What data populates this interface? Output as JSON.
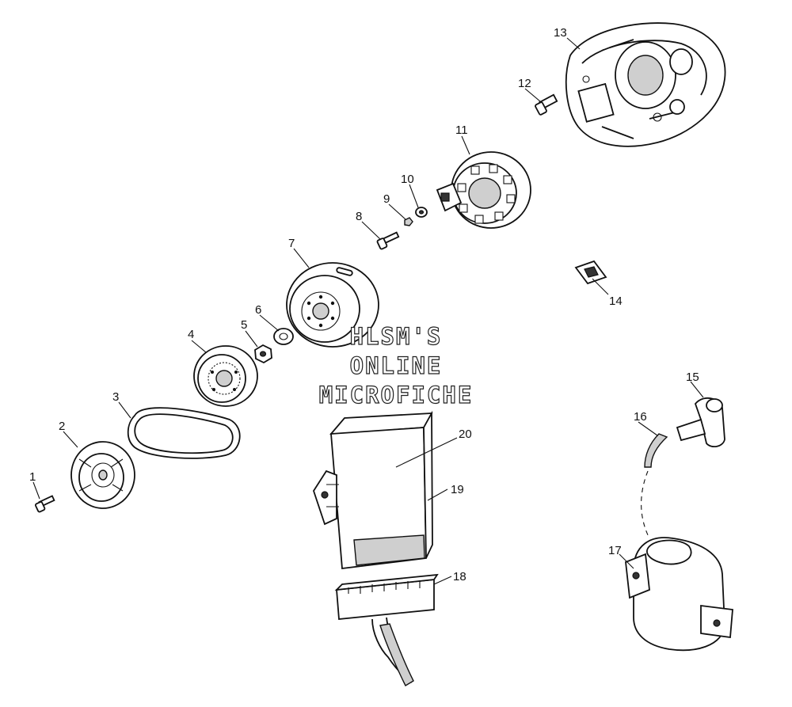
{
  "diagram": {
    "callouts": [
      "1",
      "2",
      "3",
      "4",
      "5",
      "6",
      "7",
      "8",
      "9",
      "10",
      "11",
      "12",
      "13",
      "14",
      "15",
      "16",
      "17",
      "18",
      "19",
      "20"
    ],
    "watermark": [
      "HLSM'S",
      "ONLINE",
      "MICROFICHE"
    ]
  }
}
